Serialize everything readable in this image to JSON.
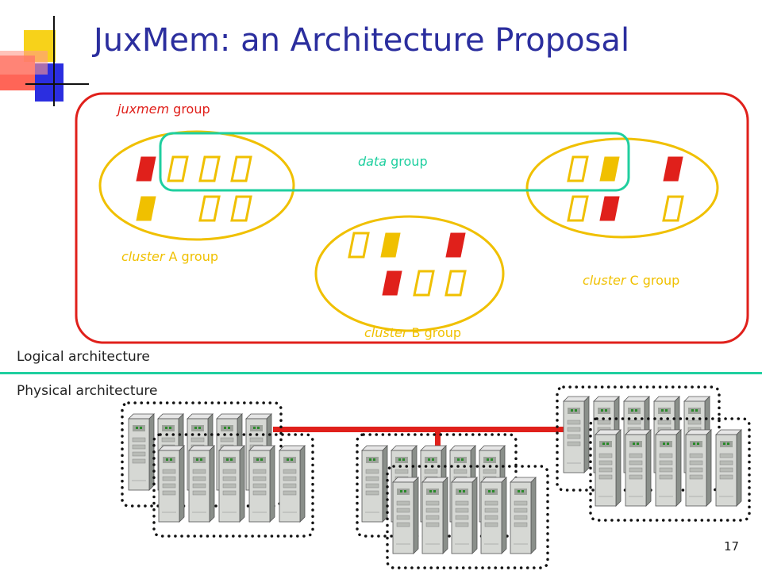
{
  "slide": {
    "title": "JuxMem: an Architecture Proposal",
    "page_number": "17"
  },
  "logical": {
    "juxmem_group": {
      "italic": "juxmem",
      "rest": " group"
    },
    "data_group": {
      "italic": "data",
      "rest": " group"
    },
    "cluster_a": {
      "italic": "cluster",
      "rest": " A group"
    },
    "cluster_b": {
      "italic": "cluster",
      "rest": " B group"
    },
    "cluster_c": {
      "italic": "cluster",
      "rest": " C group"
    },
    "label": "Logical architecture"
  },
  "physical": {
    "label": "Physical architecture"
  },
  "colors": {
    "title": "#2b2e9e",
    "red": "#e0201b",
    "yellow": "#f0c000",
    "teal": "#1fcf9f"
  }
}
